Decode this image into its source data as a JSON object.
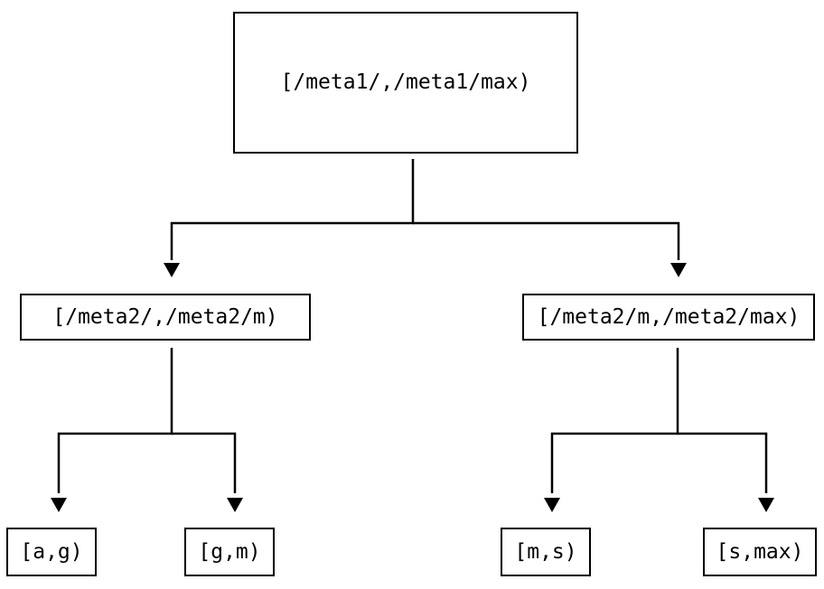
{
  "diagram": {
    "type": "tree",
    "background_color": "#ffffff",
    "stroke_color": "#000000",
    "text_color": "#000000",
    "nodes": {
      "root": {
        "label": "[/meta1/,/meta1/max)"
      },
      "left_child": {
        "label": "[/meta2/,/meta2/m)"
      },
      "right_child": {
        "label": "[/meta2/m,/meta2/max)"
      },
      "leaf_1": {
        "label": "[a,g)"
      },
      "leaf_2": {
        "label": "[g,m)"
      },
      "leaf_3": {
        "label": "[m,s)"
      },
      "leaf_4": {
        "label": "[s,max)"
      }
    },
    "edges": [
      {
        "from": "root",
        "to": "left_child"
      },
      {
        "from": "root",
        "to": "right_child"
      },
      {
        "from": "left_child",
        "to": "leaf_1"
      },
      {
        "from": "left_child",
        "to": "leaf_2"
      },
      {
        "from": "right_child",
        "to": "leaf_3"
      },
      {
        "from": "right_child",
        "to": "leaf_4"
      }
    ]
  }
}
